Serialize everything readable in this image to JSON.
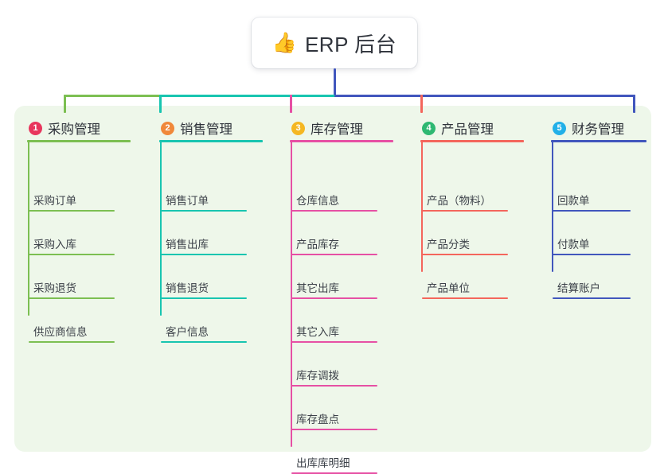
{
  "root": {
    "icon": "thumbs-up-emoji",
    "emoji": "👍",
    "title": "ERP 后台"
  },
  "palette": {
    "panel_bg": "#eef7ea",
    "root_connector": "#4156bd",
    "card_bg": "#ffffff",
    "text": "#2f333b"
  },
  "columns": [
    {
      "number": "1",
      "title": "采购管理",
      "badge_color": "#e8365d",
      "line_color": "#7cbf52",
      "items": [
        {
          "label": "采购订单"
        },
        {
          "label": "采购入库"
        },
        {
          "label": "采购退货"
        },
        {
          "label": "供应商信息"
        }
      ]
    },
    {
      "number": "2",
      "title": "销售管理",
      "badge_color": "#f0883a",
      "line_color": "#18c5b0",
      "items": [
        {
          "label": "销售订单"
        },
        {
          "label": "销售出库"
        },
        {
          "label": "销售退货"
        },
        {
          "label": "客户信息"
        }
      ]
    },
    {
      "number": "3",
      "title": "库存管理",
      "badge_color": "#f5b722",
      "line_color": "#e650a4",
      "items": [
        {
          "label": "仓库信息"
        },
        {
          "label": "产品库存"
        },
        {
          "label": "其它出库"
        },
        {
          "label": "其它入库"
        },
        {
          "label": "库存调拨"
        },
        {
          "label": "库存盘点"
        },
        {
          "label": "出库库明细"
        }
      ]
    },
    {
      "number": "4",
      "title": "产品管理",
      "badge_color": "#2eb872",
      "line_color": "#f4665c",
      "items": [
        {
          "label": "产品（物料）"
        },
        {
          "label": "产品分类"
        },
        {
          "label": "产品单位"
        }
      ]
    },
    {
      "number": "5",
      "title": "财务管理",
      "badge_color": "#22b0e8",
      "line_color": "#4156bd",
      "items": [
        {
          "label": "回款单"
        },
        {
          "label": "付款单"
        },
        {
          "label": "结算账户"
        }
      ]
    }
  ],
  "connectors": {
    "trunk_color": "#4156bd",
    "bar_segments": [
      {
        "color": "#7cbf52"
      },
      {
        "color": "#18c5b0"
      },
      {
        "color": "#4156bd"
      }
    ]
  }
}
